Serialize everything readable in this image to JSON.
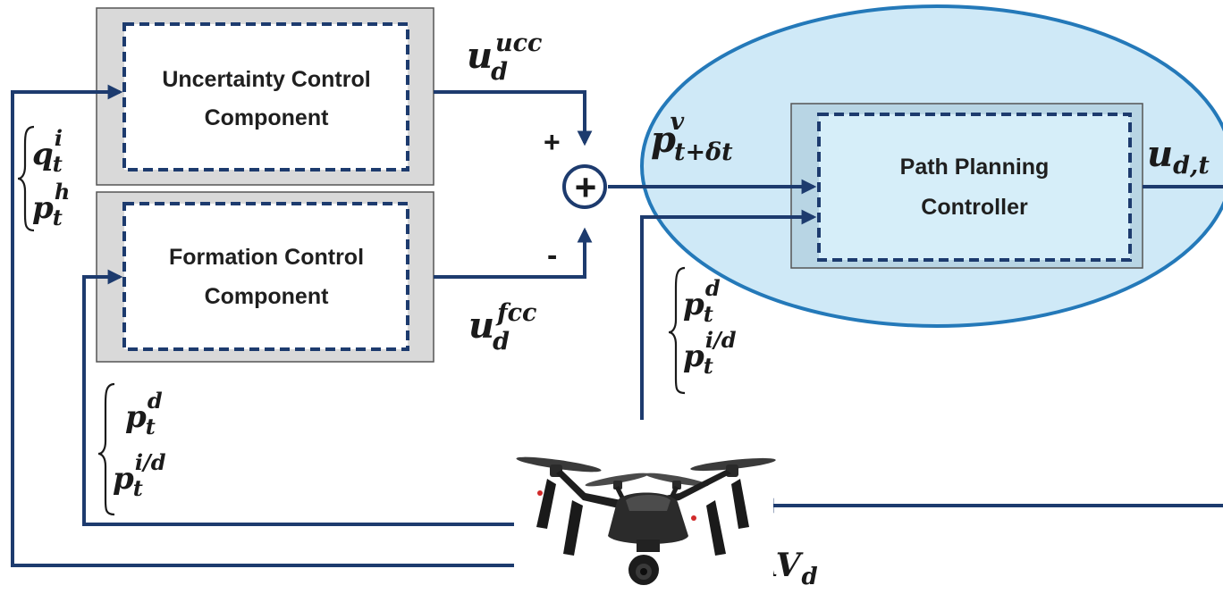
{
  "blocks": {
    "ucc": {
      "line1": "Uncertainty Control",
      "line2": "Component"
    },
    "fcc": {
      "line1": "Formation Control",
      "line2": "Component"
    },
    "ppc": {
      "line1": "Path Planning",
      "line2": "Controller"
    }
  },
  "summing_junction": {
    "center_symbol": "+",
    "plus_sign": "+",
    "minus_sign": "-"
  },
  "signals": {
    "u_ucc": {
      "base": "u",
      "sub": "d",
      "sup": "ucc"
    },
    "u_fcc": {
      "base": "u",
      "sub": "d",
      "sup": "fcc"
    },
    "p_v": {
      "base": "p",
      "sub": "t+δt",
      "sup": "v"
    },
    "u_dt": {
      "base": "u",
      "sub": "d,t"
    },
    "uav": {
      "base": "UAV",
      "sub": "d"
    },
    "q_i": {
      "base": "q",
      "sub": "t",
      "sup": "i"
    },
    "p_h": {
      "base": "p",
      "sub": "t",
      "sup": "h"
    },
    "p_d_ppc": {
      "base": "p",
      "sub": "t",
      "sup": "d"
    },
    "p_id_ppc": {
      "base": "p",
      "sub": "t",
      "sup": "i/d"
    },
    "p_d_fcc": {
      "base": "p",
      "sub": "t",
      "sup": "d"
    },
    "p_id_fcc": {
      "base": "p",
      "sub": "t",
      "sup": "i/d"
    }
  },
  "colors": {
    "wire": "#1d3b6e",
    "ellipse_fill": "#cfe9f7",
    "ellipse_stroke": "#2479b9",
    "block_outer": "#d9d9d9",
    "ppc_outer": "#b8d5e4"
  }
}
